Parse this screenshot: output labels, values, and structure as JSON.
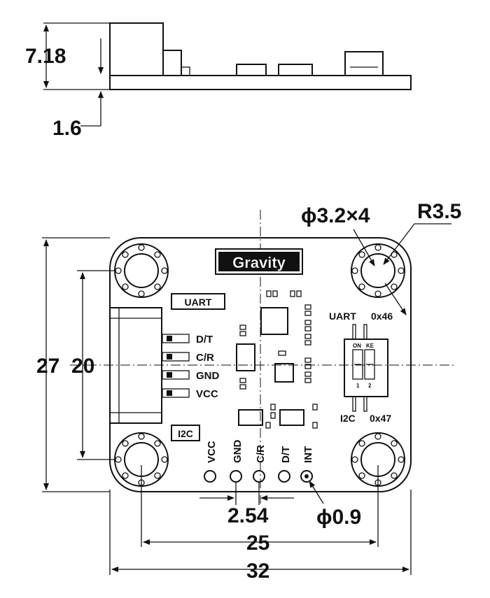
{
  "side_view": {
    "height_dim": "7.18",
    "board_thickness_dim": "1.6"
  },
  "top_view": {
    "logo": "Gravity",
    "uart_label": "UART",
    "i2c_label": "I2C",
    "connector_pins": [
      "D/T",
      "C/R",
      "GND",
      "VCC"
    ],
    "header_pins": [
      "VCC",
      "GND",
      "C/R",
      "D/T",
      "INT"
    ],
    "switch": {
      "uart_text": "UART",
      "uart_addr": "0x46",
      "i2c_text": "I2C",
      "i2c_addr": "0x47",
      "on_label": "ON",
      "ke_label": "KE",
      "pin1": "1",
      "pin2": "2"
    },
    "dims": {
      "hole_spec": "ϕ3.2×4",
      "corner_radius": "R3.5",
      "height_total": "27",
      "height_holes": "20",
      "pitch": "2.54",
      "pin_hole": "ϕ0.9",
      "width_holes": "25",
      "width_total": "32"
    }
  }
}
